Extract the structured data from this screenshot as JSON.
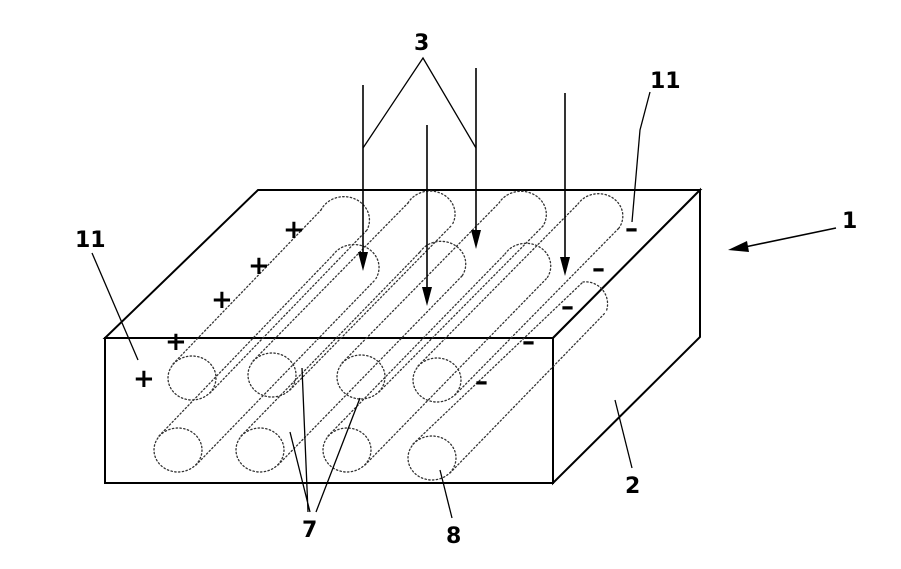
{
  "labels": {
    "radiation": "3",
    "device": "1",
    "electrode_left": "11",
    "electrode_right": "11",
    "body": "2",
    "channels": "7",
    "channel_end": "8"
  },
  "signs": {
    "positive": "+",
    "negative": "–"
  }
}
